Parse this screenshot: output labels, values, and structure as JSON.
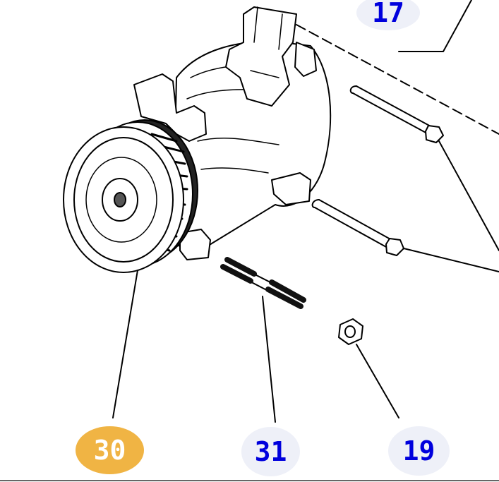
{
  "callouts": [
    {
      "label": "17",
      "selected": false
    },
    {
      "label": "30",
      "selected": true
    },
    {
      "label": "31",
      "selected": false
    },
    {
      "label": "19",
      "selected": false
    }
  ],
  "colors": {
    "callout_bg": "#EEF0F8",
    "callout_text": "#0000DD",
    "selected_bg": "#F0B444",
    "selected_text": "#FFFFFF"
  }
}
